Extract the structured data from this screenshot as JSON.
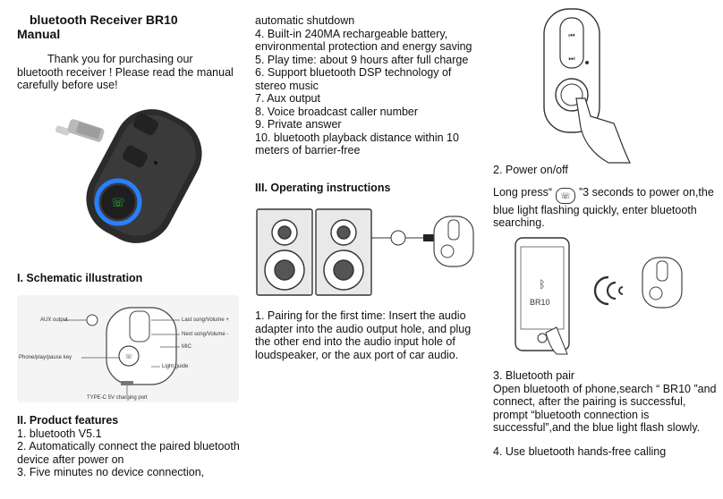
{
  "doc": {
    "title_line1": "bluetooth Receiver BR10",
    "title_line2": "Manual",
    "intro": "Thank you for purchasing our bluetooth receiver ! Please read the manual carefully before use!",
    "section1_heading": "I. Schematic illustration",
    "schematic_labels": {
      "aux": "AUX output",
      "last_song": "Last song/Volume +",
      "next_song": "Next song/Volume -",
      "mic": "MIC",
      "phone_key": "Phone/play/pause key",
      "light": "Light guide",
      "typec": "TYPE-C 5V charging port"
    },
    "section2_heading": "II. Product features",
    "features_col1": [
      "1. bluetooth V5.1",
      "2. Automatically connect the paired bluetooth device after power on",
      "3. Five minutes no device connection,"
    ],
    "features_col2": [
      "automatic shutdown",
      "4. Built-in 240MA rechargeable battery, environmental protection and energy saving",
      "5. Play time: about 9 hours after full charge",
      "6. Support bluetooth DSP technology of stereo music",
      "7. Aux output",
      "8. Voice broadcast caller number",
      "9. Private answer",
      "10. bluetooth playback distance within 10 meters of barrier-free"
    ],
    "section3_heading": "III. Operating instructions",
    "step1": "1. Pairing for the first time: Insert the audio adapter into the audio output hole, and plug the other end into the audio input hole of loudspeaker, or the aux port of car audio.",
    "step2_title": "2. Power on/off",
    "step2_pre": "Long press“",
    "step2_post": "”3 seconds to power on,the blue light flashing quickly, enter bluetooth searching.",
    "phone_label": "BR10",
    "step3_title": "3. Bluetooth pair",
    "step3_text": "Open bluetooth of phone,search “ BR10 ”and connect, after the pairing is successful, prompt “bluetooth connection is successful”,and the blue light flash slowly.",
    "step4": "4. Use bluetooth hands-free calling"
  },
  "colors": {
    "accent_blue": "#2a7fff",
    "device_dark": "#2b2b2b"
  }
}
